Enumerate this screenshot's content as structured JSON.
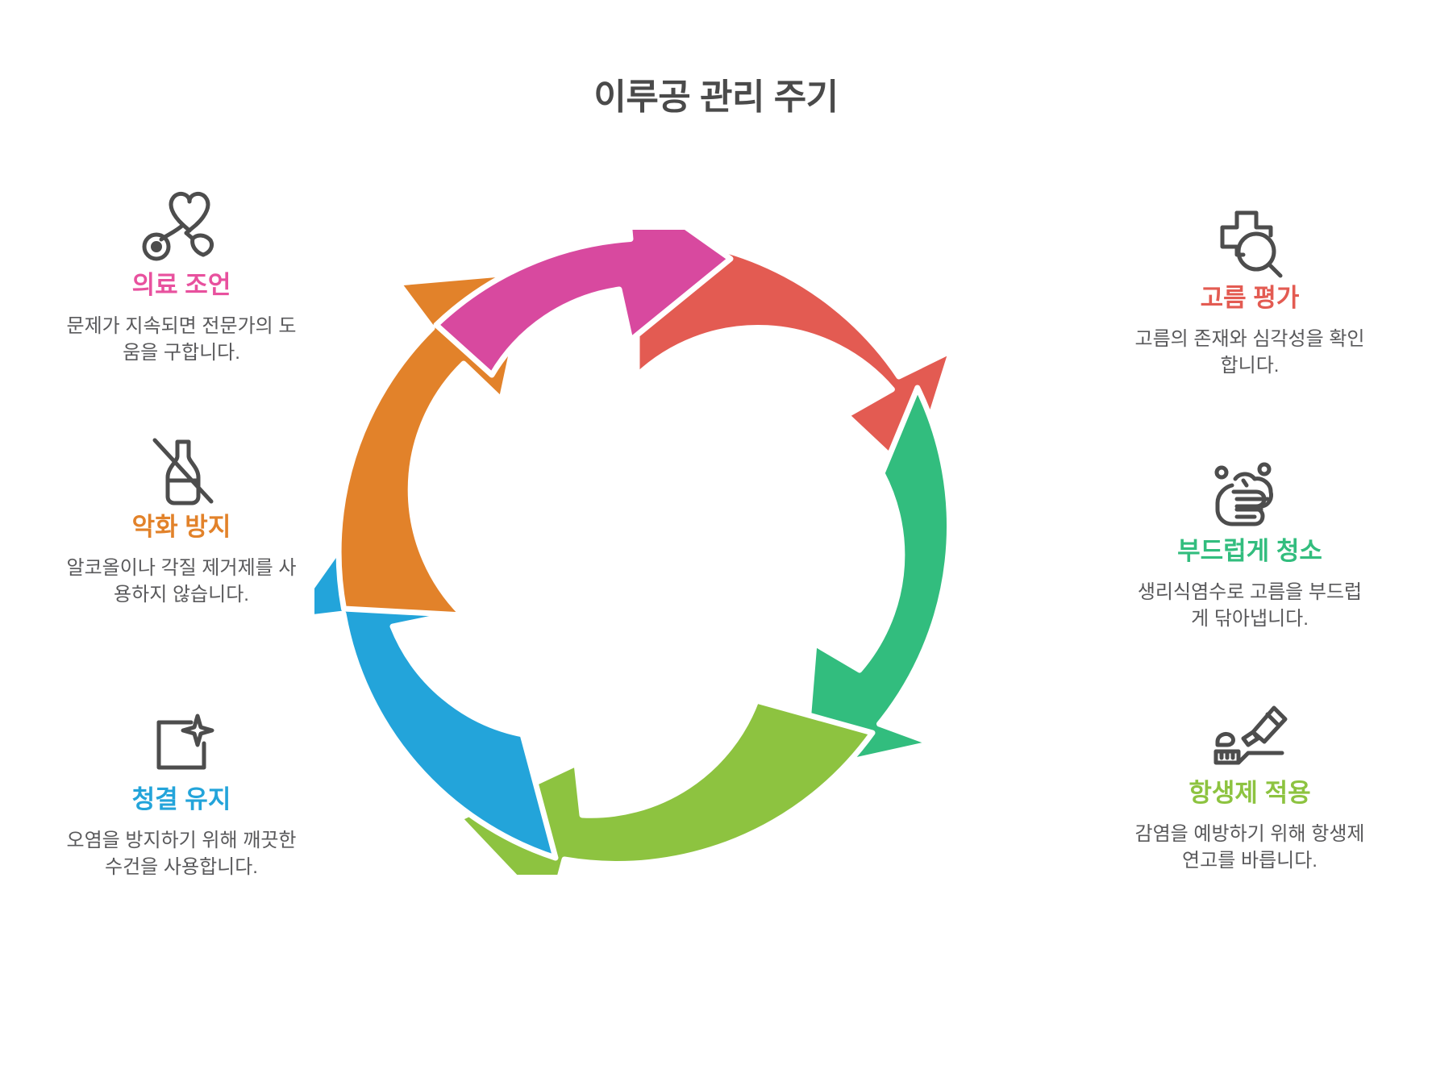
{
  "title": "이루공 관리 주기",
  "colors": {
    "red": "#e35b52",
    "green": "#32bd7e",
    "lightgreen": "#8dc340",
    "blue": "#23a4da",
    "orange": "#e2822a",
    "magenta": "#d8499f",
    "title_gray": "#4a4a4a",
    "body_gray": "#59595b",
    "icon_gray": "#4d4d4d"
  },
  "left_items": [
    {
      "icon": "heart-stethoscope-icon",
      "title": "의료 조언",
      "color": "#e8519e",
      "desc": "문제가 지속되면 전문가의 도움을 구합니다."
    },
    {
      "icon": "no-alcohol-bottle-icon",
      "title": "악화 방지",
      "color": "#e2822a",
      "desc": "알코올이나 각질 제거제를 사용하지 않습니다."
    },
    {
      "icon": "clean-towel-sparkle-icon",
      "title": "청결 유지",
      "color": "#23a4da",
      "desc": "오염을 방지하기 위해 깨끗한 수건을 사용합니다."
    }
  ],
  "right_items": [
    {
      "icon": "medical-cross-magnifier-icon",
      "title": "고름 평가",
      "color": "#e35b52",
      "desc": "고름의 존재와 심각성을 확인합니다."
    },
    {
      "icon": "hand-washing-icon",
      "title": "부드럽게 청소",
      "color": "#32bd7e",
      "desc": "생리식염수로 고름을 부드럽게 닦아냅니다."
    },
    {
      "icon": "ointment-tube-icon",
      "title": "항생제 적용",
      "color": "#8dc340",
      "desc": "감염을 예방하기 위해 항생제 연고를 바릅니다."
    }
  ],
  "cycle": {
    "segment_count": 6,
    "segments": [
      {
        "name": "assess-pus",
        "color": "#e35b52",
        "position": "top-right"
      },
      {
        "name": "gentle-clean",
        "color": "#32bd7e",
        "position": "right"
      },
      {
        "name": "apply-antibiotic",
        "color": "#8dc340",
        "position": "bottom-right"
      },
      {
        "name": "keep-clean",
        "color": "#23a4da",
        "position": "bottom-left"
      },
      {
        "name": "prevent-worsening",
        "color": "#e2822a",
        "position": "left"
      },
      {
        "name": "medical-advice",
        "color": "#d8499f",
        "position": "top-left"
      }
    ]
  }
}
